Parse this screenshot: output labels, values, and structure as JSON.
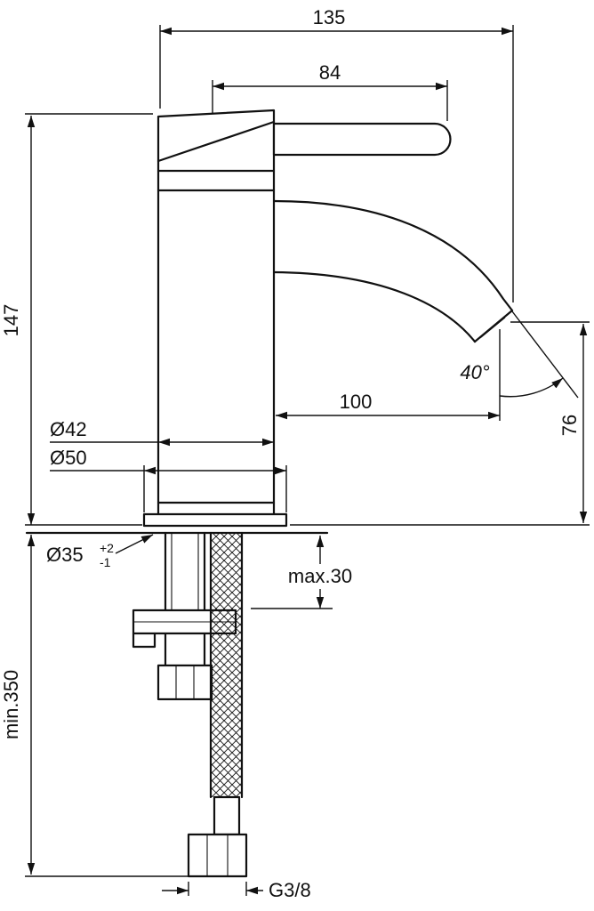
{
  "page": {
    "background": "#ffffff",
    "ink_color": "#111111",
    "drawing_type": "single-lever basin mixer dimensional drawing"
  },
  "dims": {
    "overall_depth": "135",
    "lever_length": "84",
    "body_height": "147",
    "spout_reach": "100",
    "spout_angle": "40°",
    "outlet_height": "76",
    "body_diameter": "Ø42",
    "base_diameter": "Ø50",
    "hole_diameter": "Ø35",
    "hole_tol_plus": "+2",
    "hole_tol_minus": "-1",
    "deck_thickness": "max.30",
    "hose_length": "min.350",
    "hose_thread": "G3/8"
  }
}
